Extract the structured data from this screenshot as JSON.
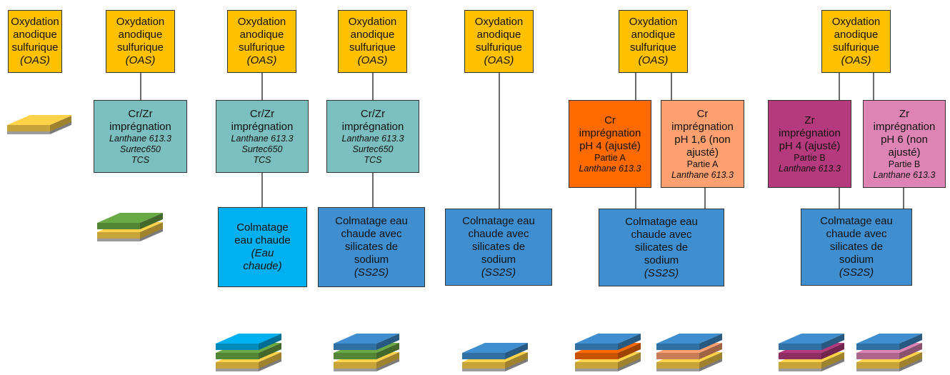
{
  "colors": {
    "oas": "#FFC000",
    "impregnation": "#7BBFC0",
    "eau_chaude": "#00B0F0",
    "ss2s": "#3F8FD0",
    "cr_ph4": "#FF6A00",
    "cr_ph16": "#FFA070",
    "zr_ph4": "#B53A7D",
    "zr_ph6": "#DE84B5",
    "green": "#6AAA45",
    "yellow": "#FFD24A",
    "gray": "#C8C8C8"
  },
  "oas": {
    "l1": "Oxydation",
    "l2": "anodique",
    "l3": "sulfurique",
    "l4": "(OAS)"
  },
  "crzr": {
    "l1": "Cr/Zr",
    "l2": "imprégnation",
    "l3": "Lanthane 613.3",
    "l4": "Surtec650",
    "l5": "TCS"
  },
  "eau": {
    "l1": "Colmatage",
    "l2": "eau chaude",
    "l3": "(Eau",
    "l4": "chaude)"
  },
  "ss2s": {
    "l1": "Colmatage eau",
    "l2": "chaude avec",
    "l3": "silicates de",
    "l4": "sodium",
    "l5": "(SS2S)"
  },
  "cr_ph4": {
    "l1": "Cr",
    "l2": "imprégnation",
    "l3": "pH 4 (ajusté)",
    "l4": "Partie A",
    "l5": "Lanthane 613.3"
  },
  "cr_ph16": {
    "l1": "Cr",
    "l2": "imprégnation",
    "l3": "pH 1,6 (non",
    "l4": "ajusté)",
    "l5": "Partie A",
    "l6": "Lanthane 613.3"
  },
  "zr_ph4": {
    "l1": "Zr",
    "l2": "imprégnation",
    "l3": "pH 4 (ajusté)",
    "l4": "Partie B",
    "l5": "Lanthane 613.3"
  },
  "zr_ph6": {
    "l1": "Zr",
    "l2": "imprégnation",
    "l3": "pH 6 (non",
    "l4": "ajusté)",
    "l5": "Partie B",
    "l6": "Lanthane 613.3"
  }
}
